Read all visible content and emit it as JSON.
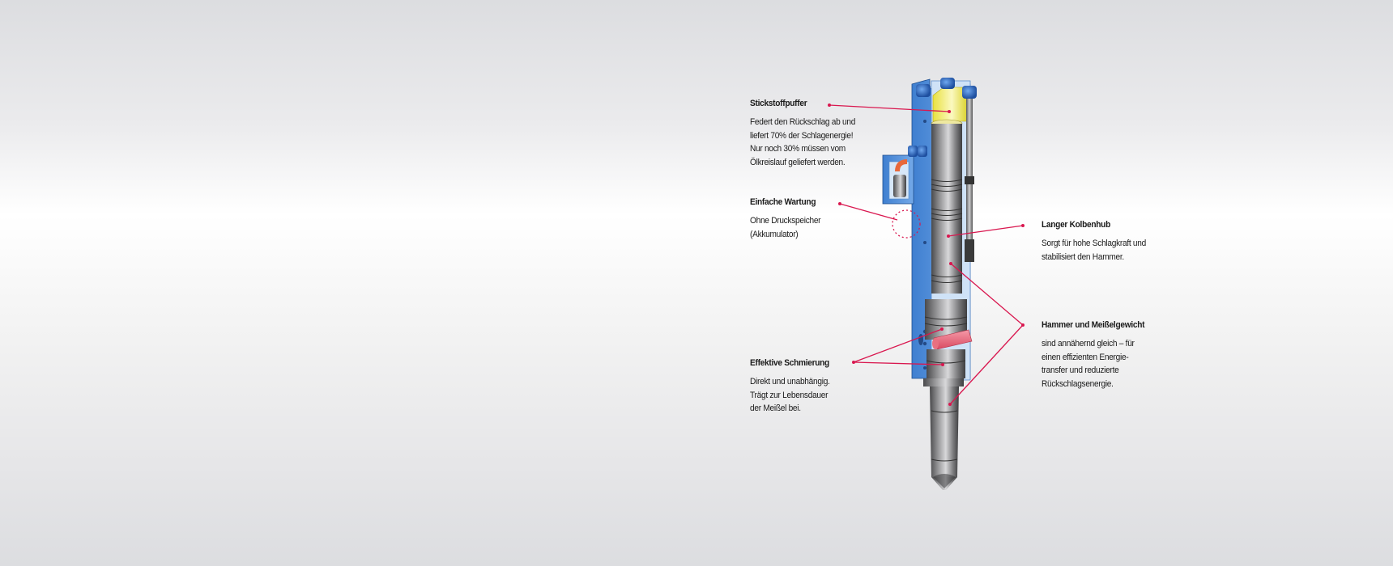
{
  "diagram": {
    "subject": "Hydraulic hammer cutaway",
    "accent_color": "#d9174f",
    "callouts": [
      {
        "id": "stickstoffpuffer",
        "title": "Stickstoffpuffer",
        "lines": [
          "Federt den Rückschlag ab und",
          "liefert 70% der Schlagenergie!",
          "Nur noch 30% müssen vom",
          "Ölkreislauf geliefert werden."
        ]
      },
      {
        "id": "einfache-wartung",
        "title": "Einfache Wartung",
        "lines": [
          "Ohne Druckspeicher",
          "(Akkumulator)"
        ]
      },
      {
        "id": "effektive-schmierung",
        "title": "Effektive Schmierung",
        "lines": [
          "Direkt und unabhängig.",
          "Trägt zur Lebensdauer",
          "der Meißel bei."
        ]
      },
      {
        "id": "langer-kolbenhub",
        "title": "Langer Kolbenhub",
        "lines": [
          "Sorgt für hohe Schlagkraft und",
          "stabilisiert den Hammer."
        ]
      },
      {
        "id": "hammer-meisselgewicht",
        "title": "Hammer und Meißelgewicht",
        "lines": [
          "sind annähernd gleich – für",
          "einen effizienten Energie-",
          "transfer und reduzierte",
          "Rückschlagsenergie."
        ]
      }
    ]
  }
}
